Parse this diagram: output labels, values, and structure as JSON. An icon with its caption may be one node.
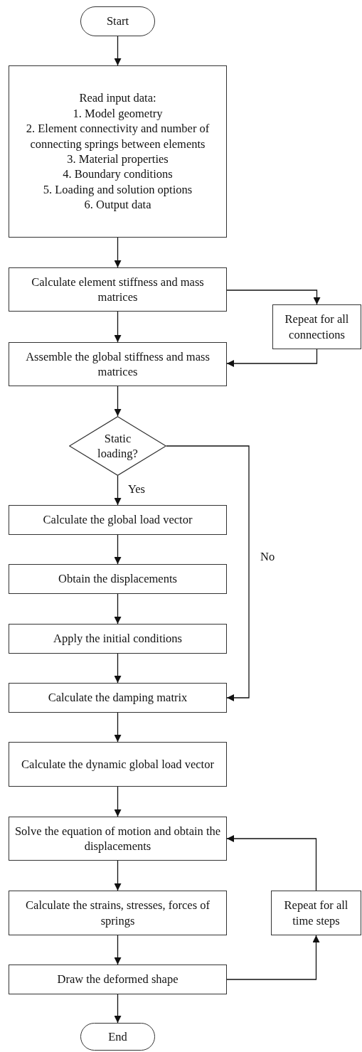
{
  "diagram": {
    "nodes": [
      {
        "text": [
          "Start"
        ]
      },
      {
        "text": [
          "Read input data:",
          "1. Model geometry",
          "2. Element connectivity and number of connecting springs between elements",
          "3. Material properties",
          "4. Boundary conditions",
          "5. Loading and solution options",
          "6. Output data"
        ]
      },
      {
        "text": [
          "Calculate element stiffness and mass matrices"
        ]
      },
      {
        "text": [
          "Repeat for all connections"
        ]
      },
      {
        "text": [
          "Assemble the global stiffness and mass matrices"
        ]
      },
      {
        "text": [
          "Static loading?"
        ]
      },
      {
        "text": [
          "Calculate the global load vector"
        ]
      },
      {
        "text": [
          "Obtain the displacements"
        ]
      },
      {
        "text": [
          "Apply the initial conditions"
        ]
      },
      {
        "text": [
          "Calculate the damping matrix"
        ]
      },
      {
        "text": [
          "Calculate the dynamic global load vector"
        ]
      },
      {
        "text": [
          "Solve the equation of motion and obtain the displacements"
        ]
      },
      {
        "text": [
          "Calculate the strains, stresses, forces of springs"
        ]
      },
      {
        "text": [
          "Repeat for all time steps"
        ]
      },
      {
        "text": [
          "Draw the deformed shape"
        ]
      },
      {
        "text": [
          "End"
        ]
      }
    ],
    "edges": [
      {
        "from": 0,
        "to": 1,
        "arrow": "to"
      },
      {
        "from": 1,
        "to": 2,
        "arrow": "to"
      },
      {
        "from": 2,
        "to": 3,
        "arrow": "to"
      },
      {
        "from": 3,
        "to": 4,
        "arrow": "to"
      },
      {
        "from": 2,
        "to": 4,
        "arrow": "to"
      },
      {
        "from": 4,
        "to": 5,
        "arrow": "to"
      },
      {
        "from": 5,
        "to": 6,
        "label": "Yes",
        "arrow": "to"
      },
      {
        "from": 5,
        "to": 9,
        "label": "No",
        "arrow": "to"
      },
      {
        "from": 6,
        "to": 7,
        "arrow": "to"
      },
      {
        "from": 7,
        "to": 8,
        "arrow": "to"
      },
      {
        "from": 8,
        "to": 9,
        "arrow": "to"
      },
      {
        "from": 9,
        "to": 10,
        "arrow": "to"
      },
      {
        "from": 10,
        "to": 11,
        "arrow": "to"
      },
      {
        "from": 11,
        "to": 12,
        "arrow": "to"
      },
      {
        "from": 12,
        "to": 14,
        "arrow": "to"
      },
      {
        "from": 14,
        "to": 15,
        "arrow": "to"
      },
      {
        "from": 14,
        "to": 13,
        "arrow": "to"
      },
      {
        "from": 13,
        "to": 11,
        "arrow": "to"
      }
    ]
  }
}
